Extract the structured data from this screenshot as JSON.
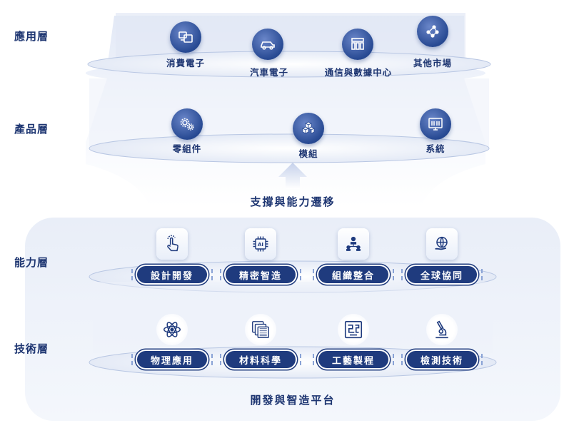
{
  "layers": {
    "application": "應用層",
    "product": "產品層",
    "capability": "能力層",
    "technology": "技術層"
  },
  "application_items": [
    {
      "label": "消費電子",
      "icon": "devices-icon"
    },
    {
      "label": "汽車電子",
      "icon": "car-icon"
    },
    {
      "label": "通信與數據中心",
      "icon": "server-icon"
    },
    {
      "label": "其他市場",
      "icon": "network-icon"
    }
  ],
  "product_items": [
    {
      "label": "零組件",
      "icon": "gears-icon"
    },
    {
      "label": "模組",
      "icon": "cubes-icon"
    },
    {
      "label": "系統",
      "icon": "monitor-icon"
    }
  ],
  "transition_text": "支撐與能力遷移",
  "capability_items": [
    {
      "label": "設計開發",
      "icon": "touch-icon"
    },
    {
      "label": "精密智造",
      "icon": "ai-chip-icon"
    },
    {
      "label": "組織整合",
      "icon": "org-icon"
    },
    {
      "label": "全球協同",
      "icon": "globe-hand-icon"
    }
  ],
  "technology_items": [
    {
      "label": "物理應用",
      "icon": "atom-icon"
    },
    {
      "label": "材料科學",
      "icon": "layers-icon"
    },
    {
      "label": "工藝製程",
      "icon": "circuit-icon"
    },
    {
      "label": "檢測技術",
      "icon": "microscope-icon"
    }
  ],
  "platform_title": "開發與智造平台",
  "colors": {
    "primary": "#1f3b7e",
    "text": "#1d3571",
    "light": "#eef2fa"
  }
}
